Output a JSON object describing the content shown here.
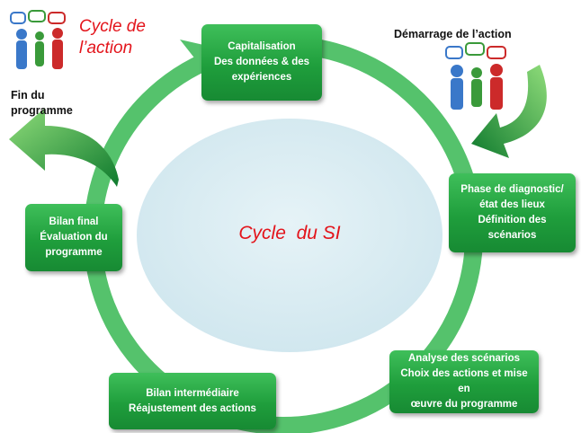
{
  "center_label": "Cycle  du SI",
  "corner_title": {
    "line1": "Cycle  de",
    "line2": "l’action"
  },
  "start_label": "Démarrage de l’action",
  "end_label": {
    "line1": "Fin du",
    "line2": "programme"
  },
  "steps": [
    {
      "line1": "Capitalisation",
      "line2": "Des données & des",
      "line3": "expériences"
    },
    {
      "line1": "Phase de diagnostic/",
      "line2": "état des lieux",
      "line3": "Définition des scénarios"
    },
    {
      "line1": "Analyse des scénarios",
      "line2": "Choix des actions et mise en",
      "line3": "œuvre du programme"
    },
    {
      "line1": "Bilan intermédiaire",
      "line2": "Réajustement des actions"
    },
    {
      "line1": "Bilan final",
      "line2": "Évaluation du",
      "line3": "programme"
    }
  ],
  "colors": {
    "ring": "#4cc467",
    "box": "#1f9e3c",
    "center_fill": "#d7ecf2",
    "red_text": "#e3141b",
    "arrow_dark": "#0f7a2e"
  },
  "icons": [
    "people-talking-icon"
  ]
}
